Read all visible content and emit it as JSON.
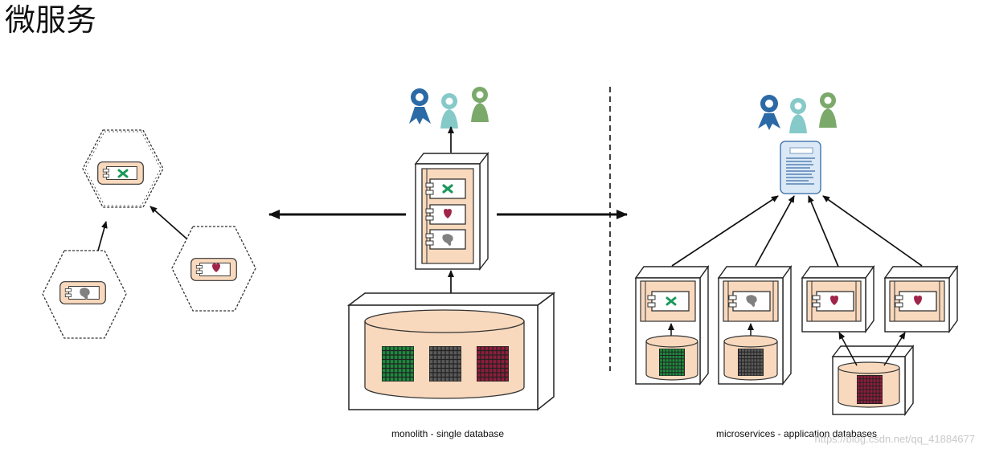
{
  "title": "微服务",
  "captions": {
    "monolith": "monolith - single database",
    "microservices": "microservices - application databases"
  },
  "watermark": "https://blog.csdn.net/qq_41884677",
  "colors": {
    "peach": "#f9d9bd",
    "component_outline": "#333333",
    "service_green": "#1a9a5a",
    "service_red": "#a0244a",
    "service_gray": "#808080",
    "user_blue": "#2b6aa6",
    "user_teal": "#86c9c9",
    "user_green": "#7ba96a",
    "grid_green": "#1d8a3e",
    "grid_gray": "#5a5a5a",
    "grid_red": "#8e1d3c",
    "gateway_blue": "#dbe8f6"
  },
  "icons": [
    "user-blue-icon",
    "user-teal-icon",
    "user-green-icon",
    "cross-icon",
    "heart-icon",
    "blob-icon",
    "database-icon",
    "api-gateway-icon"
  ]
}
